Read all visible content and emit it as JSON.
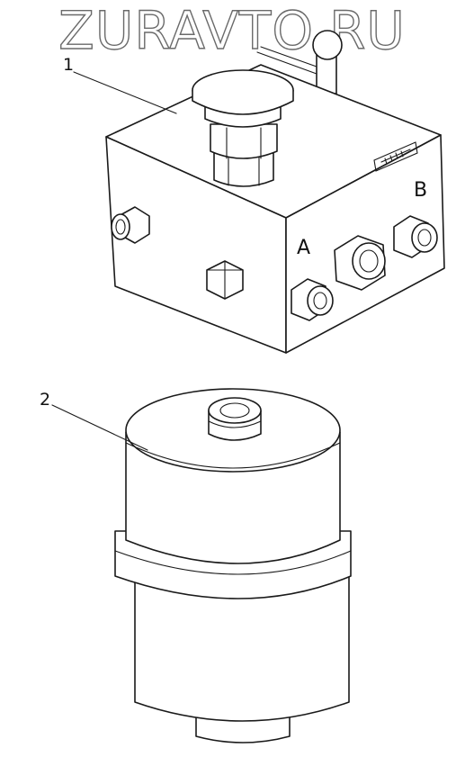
{
  "watermark": "ZURAVTO.RU",
  "callouts": [
    {
      "label": "1"
    },
    {
      "label": "2"
    }
  ],
  "ports": [
    {
      "label": "A"
    },
    {
      "label": "B"
    }
  ]
}
